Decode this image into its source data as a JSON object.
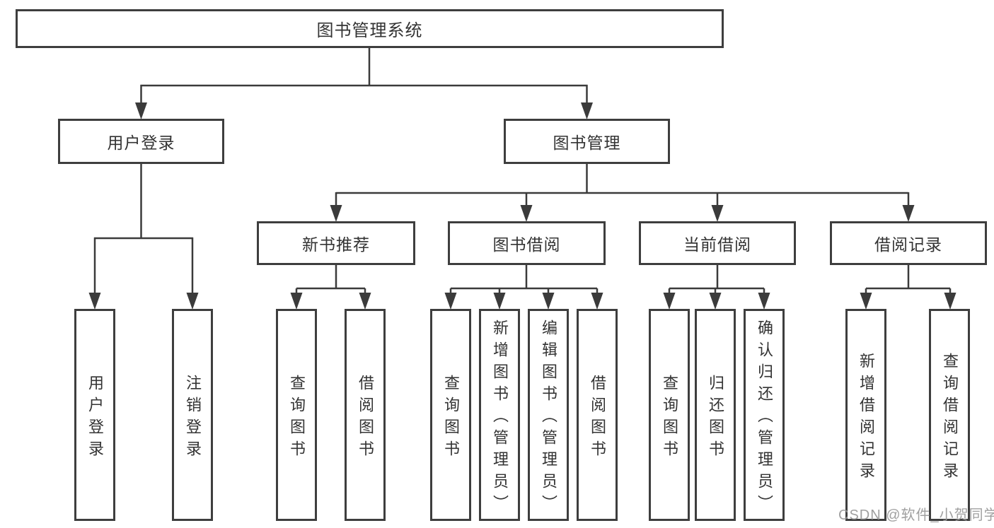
{
  "diagram_title": "图书管理系统",
  "colors": {
    "line": "#3b3b3b",
    "box_border": "#3e3e3e",
    "text": "#333333",
    "background": "#ffffff",
    "watermark": "#989898"
  },
  "tree": {
    "root": {
      "label": "图书管理系统",
      "children": [
        {
          "label": "用户登录",
          "children": [
            {
              "label": "用户登录"
            },
            {
              "label": "注销登录"
            }
          ]
        },
        {
          "label": "图书管理",
          "children": [
            {
              "label": "新书推荐",
              "children": [
                {
                  "label": "查询图书"
                },
                {
                  "label": "借阅图书"
                }
              ]
            },
            {
              "label": "图书借阅",
              "children": [
                {
                  "label": "查询图书"
                },
                {
                  "label": "新增图书（管理员）"
                },
                {
                  "label": "编辑图书（管理员）"
                },
                {
                  "label": "借阅图书"
                }
              ]
            },
            {
              "label": "当前借阅",
              "children": [
                {
                  "label": "查询图书"
                },
                {
                  "label": "归还图书"
                },
                {
                  "label": "确认归还（管理员）"
                }
              ]
            },
            {
              "label": "借阅记录",
              "children": [
                {
                  "label": "新增借阅记录"
                },
                {
                  "label": "查询借阅记录"
                }
              ]
            }
          ]
        }
      ]
    }
  },
  "watermark": {
    "text": "CSDN @软件_小贺同学"
  }
}
